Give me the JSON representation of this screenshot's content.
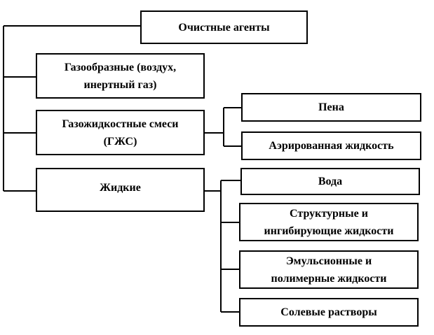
{
  "diagram": {
    "root": {
      "label": "Очистные агенты"
    },
    "categories": [
      {
        "id": "gas",
        "lines": [
          "Газообразные (воздух,",
          "инертный газ)"
        ],
        "children": []
      },
      {
        "id": "gas-liquid",
        "lines": [
          "Газожидкостные смеси",
          "(ГЖС)"
        ],
        "children": [
          {
            "lines": [
              "Пена"
            ]
          },
          {
            "lines": [
              "Аэрированная жидкость"
            ]
          }
        ]
      },
      {
        "id": "liquid",
        "lines": [
          "Жидкие"
        ],
        "children": [
          {
            "lines": [
              "Вода"
            ]
          },
          {
            "lines": [
              "Структурные и",
              "ингибирующие жидкости"
            ]
          },
          {
            "lines": [
              "Эмульсионные и",
              "полимерные жидкости"
            ]
          },
          {
            "lines": [
              "Солевые растворы"
            ]
          }
        ]
      }
    ],
    "colors": {
      "line": "#000000",
      "box_border": "#000000",
      "background": "#ffffff",
      "text": "#000000"
    }
  }
}
